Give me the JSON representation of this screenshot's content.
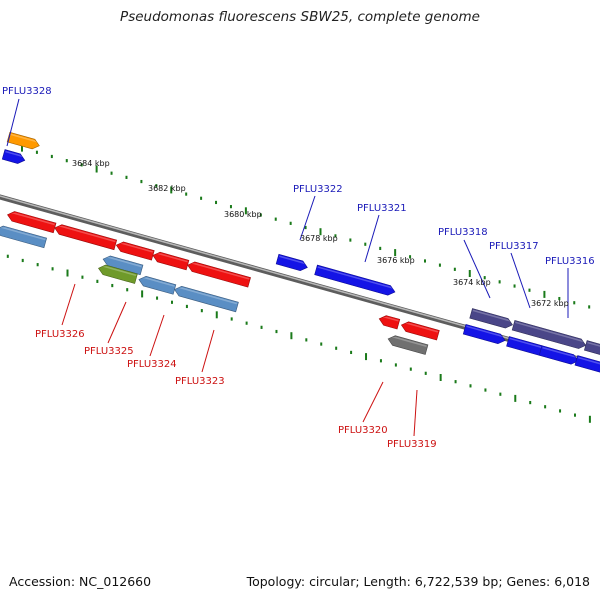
{
  "title": "Pseudomonas fluorescens SBW25, complete genome",
  "footer": {
    "accession_prefix": "Accession:",
    "accession": "NC_012660",
    "topology_prefix": "Topology:",
    "topology": "circular",
    "length_prefix": "Length:",
    "length": "6,722,539 bp",
    "genes_prefix": "Genes:",
    "genes": "6,018"
  },
  "colors": {
    "backbone": "#808080",
    "tick": "#1a7a1a",
    "forward_label": "#1a1ab8",
    "reverse_label": "#cc1111",
    "cds_forward": "#1414e6",
    "cds_reverse": "#ee1111",
    "orange": "#ff9900",
    "steelblue": "#5a8ec4",
    "olive": "#6f9a2a",
    "slate": "#4a4688",
    "grey": "#707070"
  },
  "kbp_markers": [
    {
      "label": "3684 kbp"
    },
    {
      "label": "3682 kbp"
    },
    {
      "label": "3680 kbp"
    },
    {
      "label": "3678 kbp"
    },
    {
      "label": "3676 kbp"
    },
    {
      "label": "3674 kbp"
    },
    {
      "label": "3672 kbp"
    }
  ],
  "gene_labels": {
    "upper": [
      "PFLU3328",
      "PFLU3322",
      "PFLU3321",
      "PFLU3318",
      "PFLU3317",
      "PFLU3316"
    ],
    "lower": [
      "PFLU3326",
      "PFLU3325",
      "PFLU3324",
      "PFLU3323",
      "PFLU3320",
      "PFLU3319"
    ]
  }
}
